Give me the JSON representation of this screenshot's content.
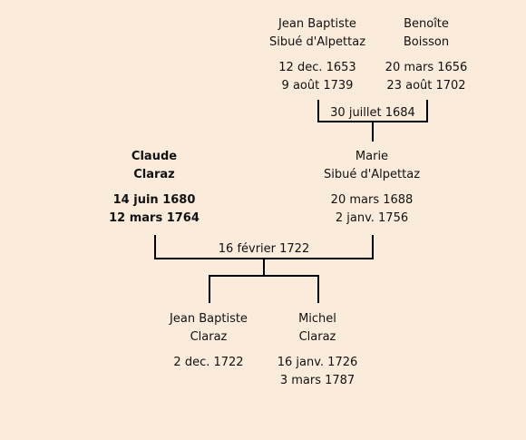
{
  "colors": {
    "background": "#fbebdb",
    "line": "#000000",
    "text": "#111111"
  },
  "family_tree": {
    "grandfather": {
      "name_line1": "Jean Baptiste",
      "name_line2": "Sibué d'Alpettaz",
      "birth": "12 dec. 1653",
      "death": "9 août 1739"
    },
    "grandmother": {
      "name_line1": "Benoîte",
      "name_line2": "Boisson",
      "birth": "20 mars 1656",
      "death": "23 août 1702"
    },
    "grandparents_marriage": "30 juillet 1684",
    "father": {
      "name_line1": "Claude",
      "name_line2": "Claraz",
      "birth": "14 juin 1680",
      "death": "12 mars 1764"
    },
    "mother": {
      "name_line1": "Marie",
      "name_line2": "Sibué d'Alpettaz",
      "birth": "20 mars 1688",
      "death": "2 janv. 1756"
    },
    "parents_marriage": "16 février 1722",
    "child1": {
      "name_line1": "Jean Baptiste",
      "name_line2": "Claraz",
      "birth": "2 dec. 1722"
    },
    "child2": {
      "name_line1": "Michel",
      "name_line2": "Claraz",
      "birth": "16 janv. 1726",
      "death": "3 mars 1787"
    }
  }
}
